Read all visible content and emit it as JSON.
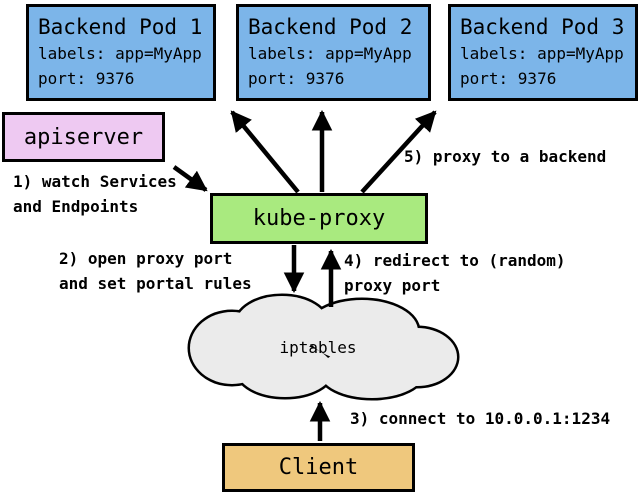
{
  "colors": {
    "pod-fill": "#7CB5E9",
    "apiserver-fill": "#EEC9F2",
    "kube-proxy-fill": "#A9EA7F",
    "client-fill": "#EFC87D",
    "cloud-fill": "#EBEBEB",
    "border": "#000000",
    "arrow": "#000000"
  },
  "pods": [
    {
      "title": "Backend Pod 1",
      "labels": "labels: app=MyApp",
      "port": "port: 9376"
    },
    {
      "title": "Backend Pod 2",
      "labels": "labels: app=MyApp",
      "port": "port: 9376"
    },
    {
      "title": "Backend Pod 3",
      "labels": "labels: app=MyApp",
      "port": "port: 9376"
    }
  ],
  "nodes": {
    "apiserver": "apiserver",
    "kube_proxy": "kube-proxy",
    "iptables": "iptables",
    "client": "Client"
  },
  "annotations": {
    "step1": "1) watch Services\nand Endpoints",
    "step2": "2) open proxy port\nand set portal rules",
    "step3": "3) connect to 10.0.0.1:1234",
    "step4": "4) redirect to (random)\nproxy port",
    "step5": "5) proxy to a backend"
  }
}
